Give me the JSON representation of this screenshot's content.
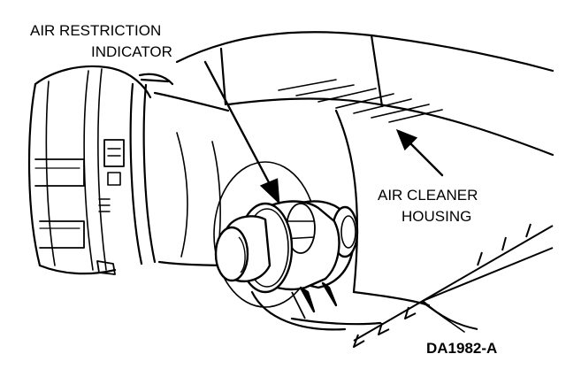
{
  "labels": {
    "indicator_line1": "AIR RESTRICTION",
    "indicator_line2": "INDICATOR",
    "housing_line1": "AIR CLEANER",
    "housing_line2": "HOUSING",
    "figure_code": "DA1982-A"
  },
  "colors": {
    "ink": "#000000",
    "paper": "#ffffff"
  }
}
